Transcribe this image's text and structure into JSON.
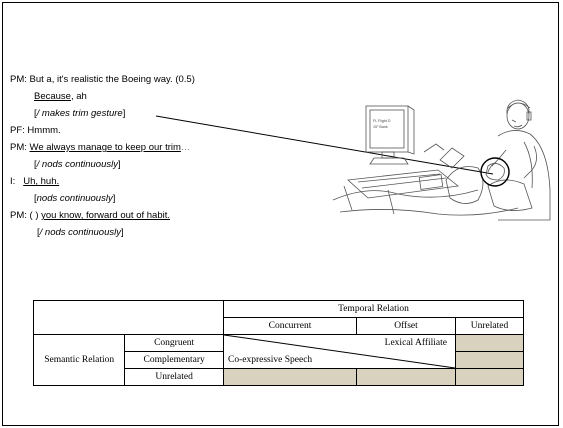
{
  "transcript": [
    {
      "speaker": "PM:",
      "text": "But a, it's realistic the Boeing way. (0.5)"
    },
    {
      "text": "Because",
      "tail": ", ah"
    },
    {
      "bracket_open": "[",
      "gesture": "/ makes trim gesture",
      "bracket_close": "]"
    },
    {
      "speaker": "PF:",
      "text": "Hmmm."
    },
    {
      "speaker": "PM:",
      "text": "We always manage to keep our trim",
      "tail": "…"
    },
    {
      "bracket_open": "[",
      "gesture": "/ nods continuously",
      "bracket_close": "]"
    },
    {
      "speaker": "I:",
      "text": "Uh, huh."
    },
    {
      "bracket_open": "[",
      "gesture": "nods continuously",
      "bracket_close": "]"
    },
    {
      "speaker": "PM:",
      "prefix": "( ) ",
      "text": "you know, forward out of habit."
    },
    {
      "bracket_open": "[",
      "gesture": "/ nods continuously",
      "bracket_close": "]"
    }
  ],
  "illustration": {
    "screen_text_1": "FL Flight D",
    "screen_text_2": "15° Bank"
  },
  "table": {
    "header_group": "Temporal Relation",
    "columns": [
      "Concurrent",
      "Offset",
      "Unrelated"
    ],
    "row_group": "Semantic Relation",
    "rows": [
      "Congruent",
      "Complementary",
      "Unrelated"
    ],
    "diag_upper": "Lexical Affiliate",
    "diag_lower": "Co-expressive Speech"
  }
}
